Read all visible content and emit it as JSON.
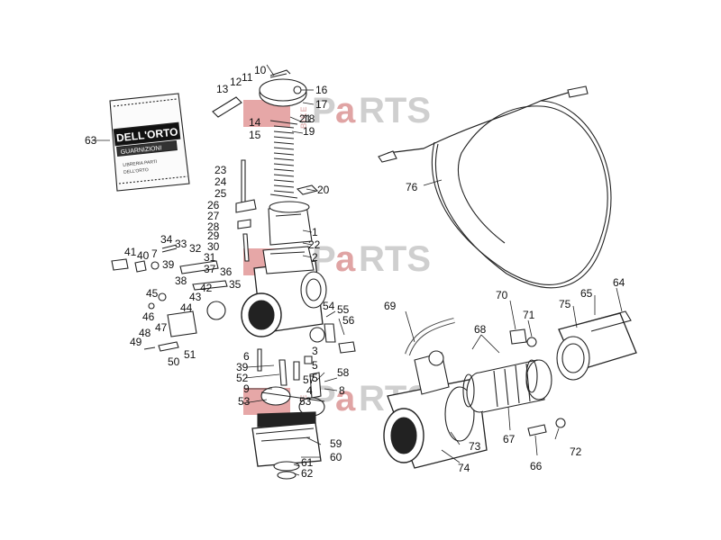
{
  "watermark": {
    "left_text": "BIKE",
    "right_text": "P",
    "highlight_text": "a",
    "tail_text": "RTS"
  },
  "sachet": {
    "brand": "DELL'ORTO",
    "label": "GUARNIZIONI",
    "lines": [
      "LIBRERIA PARTI",
      "DELL'ORTO"
    ]
  },
  "callouts": [
    "1",
    "2",
    "3",
    "4",
    "5",
    "6",
    "7",
    "8",
    "9",
    "10",
    "11",
    "12",
    "13",
    "14",
    "15",
    "16",
    "17",
    "18",
    "19",
    "20",
    "21",
    "22",
    "23",
    "24",
    "25",
    "26",
    "27",
    "28",
    "29",
    "30",
    "31",
    "32",
    "33",
    "34",
    "35",
    "36",
    "37",
    "38",
    "39",
    "40",
    "41",
    "42",
    "43",
    "44",
    "45",
    "46",
    "47",
    "48",
    "49",
    "50",
    "51",
    "52",
    "53",
    "54",
    "55",
    "56",
    "57",
    "58",
    "59",
    "60",
    "61",
    "62",
    "63",
    "64",
    "65",
    "66",
    "67",
    "68",
    "69",
    "70",
    "71",
    "72",
    "73",
    "74",
    "75",
    "76"
  ],
  "extra_callouts": [
    "39",
    "53",
    "5"
  ]
}
